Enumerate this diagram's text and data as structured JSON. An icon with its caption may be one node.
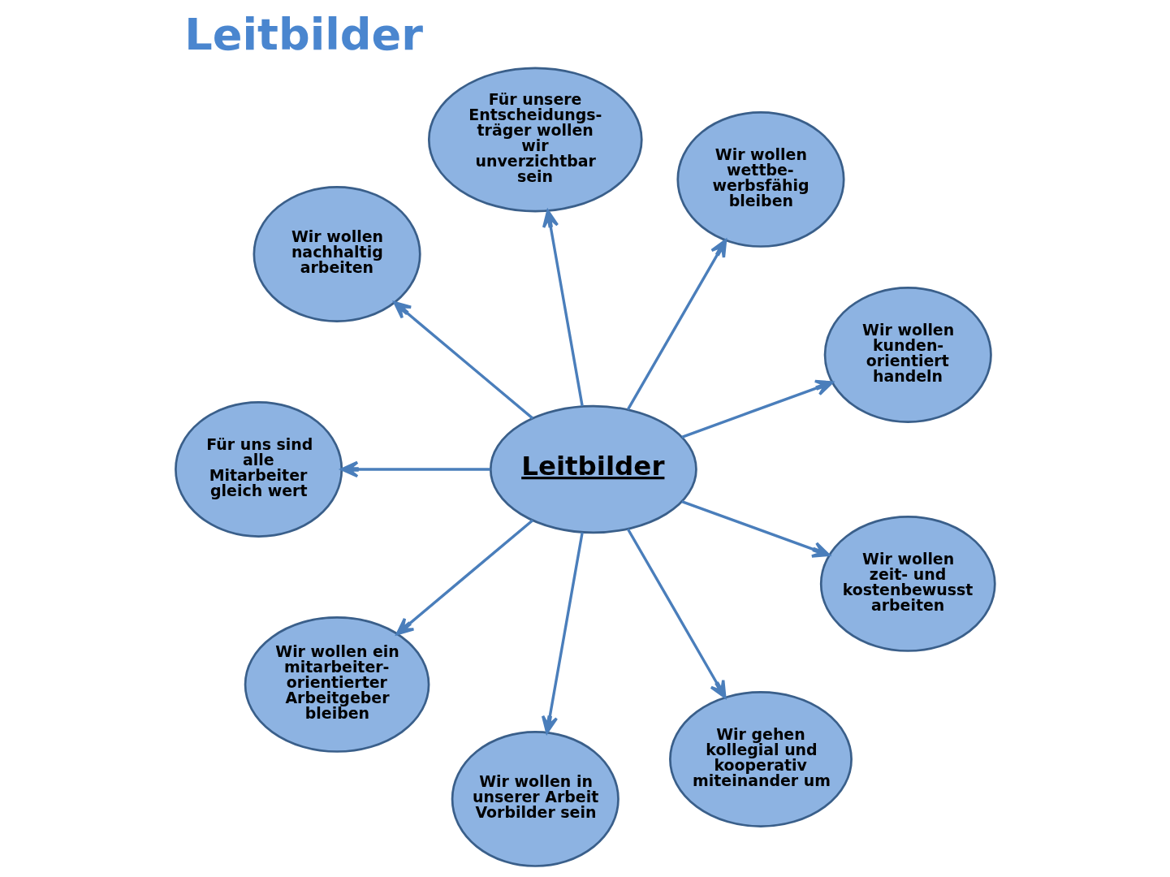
{
  "diagram": {
    "title": "Leitbilder",
    "nodes": [
      {
        "text": [
          "Leitbilder"
        ]
      },
      {
        "text": [
          "Wir wollen kunden- orientiert handeln"
        ]
      },
      {
        "text": [
          "Wir wollen wettbe- werbsfähig bleiben"
        ]
      },
      {
        "text": [
          "Für unsere Entscheidungs- träger wollen wir unverzichtbar sein"
        ]
      },
      {
        "text": [
          "Wir wollen nachhaltig arbeiten"
        ]
      },
      {
        "text": [
          "Für uns sind alle Mitarbeiter gleich wert"
        ]
      },
      {
        "text": [
          "Wir wollen ein mitarbeiter- orientierter Arbeitgeber bleiben"
        ]
      },
      {
        "text": [
          "Wir wollen in unserer Arbeit Vorbilder sein"
        ]
      },
      {
        "text": [
          "Wir gehen kollegial und kooperativ miteinander um"
        ]
      },
      {
        "text": [
          "Wir wollen zeit- und kostenbewusst arbeiten"
        ]
      }
    ],
    "edges": [
      {
        "from": 0,
        "to": 1,
        "arrow": "to"
      },
      {
        "from": 0,
        "to": 2,
        "arrow": "to"
      },
      {
        "from": 0,
        "to": 3,
        "arrow": "to"
      },
      {
        "from": 0,
        "to": 4,
        "arrow": "to"
      },
      {
        "from": 0,
        "to": 5,
        "arrow": "to"
      },
      {
        "from": 0,
        "to": 6,
        "arrow": "to"
      },
      {
        "from": 0,
        "to": 7,
        "arrow": "to"
      },
      {
        "from": 0,
        "to": 8,
        "arrow": "to"
      },
      {
        "from": 0,
        "to": 9,
        "arrow": "to"
      }
    ]
  }
}
